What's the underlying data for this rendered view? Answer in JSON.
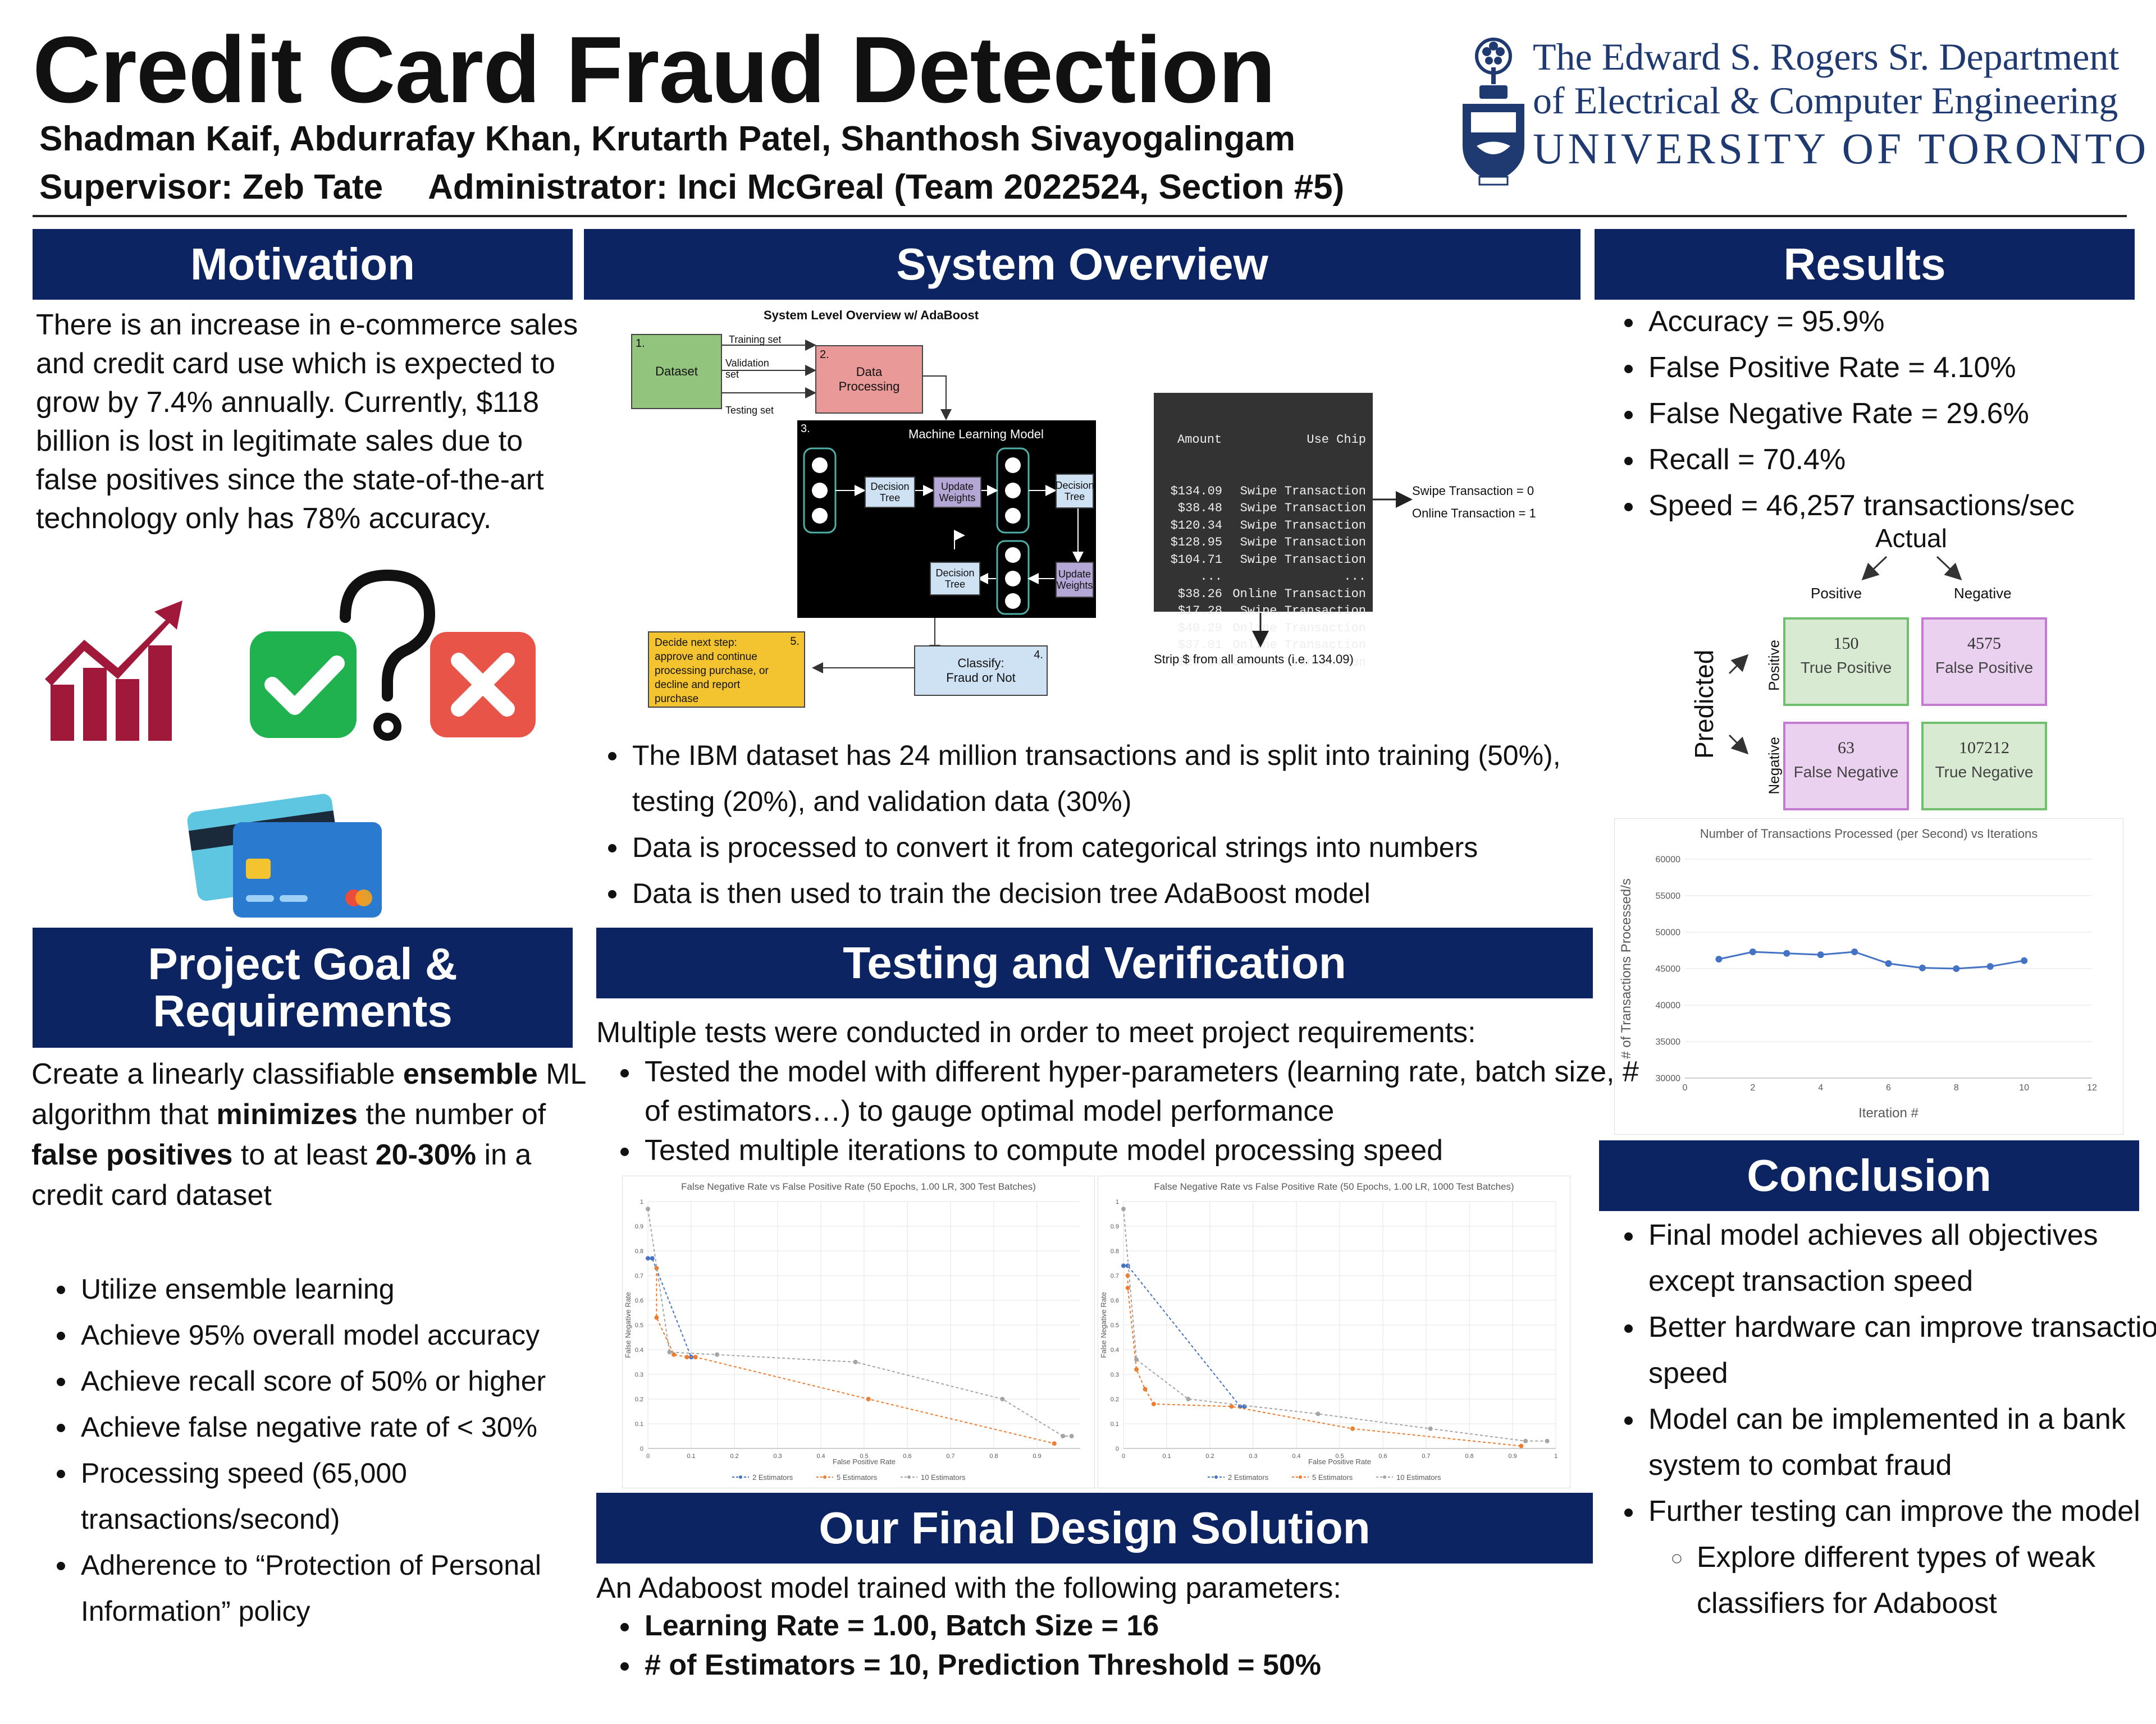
{
  "header": {
    "title": "Credit Card Fraud Detection",
    "authors": "Shadman Kaif, Abdurrafay Khan, Krutarth Patel, Shanthosh Sivayogalingam",
    "supervisor": "Supervisor: Zeb Tate",
    "administrator": "Administrator: Inci McGreal (Team 2022524, Section #5)",
    "dept_line1": "The Edward S. Rogers Sr. Department",
    "dept_line2": "of Electrical & Computer Engineering",
    "university": "UNIVERSITY OF TORONTO"
  },
  "motivation": {
    "heading": "Motivation",
    "text": "There is an increase in e-commerce sales and credit card use which is expected to grow by 7.4% annually. Currently, $118 billion is lost in legitimate sales due to false positives since the state-of-the-art technology only has 78% accuracy."
  },
  "project_goal": {
    "heading_line1": "Project Goal &",
    "heading_line2": "Requirements",
    "t1": "Create a linearly classifiable ",
    "b1": "ensemble",
    "t2": " ML algorithm that ",
    "b2": "minimizes",
    "t3": " the number of ",
    "b3": "false positives",
    "t4": " to at least ",
    "b4": "20-30%",
    "t5": " in a credit card dataset",
    "bullets": [
      "Utilize ensemble learning",
      "Achieve 95% overall model accuracy",
      "Achieve recall score of 50% or higher",
      "Achieve false negative rate of < 30%",
      "Processing speed (65,000 transactions/second)",
      "Adherence to “Protection of Personal Information” policy"
    ]
  },
  "system_overview": {
    "heading": "System Overview",
    "diagram_title": "System Level Overview w/ AdaBoost",
    "dataset_num": "1.",
    "dataset": "Dataset",
    "training_set": "Training set",
    "validation_set_1": "Validation",
    "validation_set_2": "set",
    "testing_set": "Testing set",
    "processing_num": "2.",
    "processing_1": "Data",
    "processing_2": "Processing",
    "ml_num": "3.",
    "ml_title": "Machine Learning Model",
    "decision_tree_1": "Decision",
    "decision_tree_2": "Tree",
    "update_weights_1": "Update",
    "update_weights_2": "Weights",
    "classify_num": "4.",
    "classify_1": "Classify:",
    "classify_2": "Fraud or Not",
    "decide_num": "5.",
    "decide_lines": [
      "Decide next step:",
      "approve and continue",
      "processing purchase, or",
      "decline and report",
      "purchase"
    ],
    "table_header_amount": "Amount",
    "table_header_chip": "Use Chip",
    "table_rows": [
      [
        "$134.09",
        "Swipe Transaction"
      ],
      [
        "$38.48",
        "Swipe Transaction"
      ],
      [
        "$120.34",
        "Swipe Transaction"
      ],
      [
        "$128.95",
        "Swipe Transaction"
      ],
      [
        "$104.71",
        "Swipe Transaction"
      ],
      [
        "...",
        "..."
      ],
      [
        "$38.26",
        "Online Transaction"
      ],
      [
        "$17.28",
        "Swipe Transaction"
      ],
      [
        "$40.29",
        "Online Transaction"
      ],
      [
        "$37.01",
        "Online Transaction"
      ],
      [
        "$27.14",
        "Online Transaction"
      ]
    ],
    "swipe_map": "Swipe Transaction = 0",
    "online_map": "Online Transaction = 1",
    "strip_note": "Strip $ from all amounts (i.e. 134.09)",
    "bullets": [
      "The IBM dataset has 24 million transactions and is split into training (50%), testing (20%), and validation data (30%)",
      "Data is processed to convert it from categorical strings into numbers",
      "Data is then used to train the decision tree AdaBoost model"
    ]
  },
  "testing": {
    "heading": "Testing and Verification",
    "intro": "Multiple tests were conducted in order to meet project requirements:",
    "bullets": [
      "Tested the model with different hyper-parameters (learning rate, batch size, # of estimators…) to gauge optimal model performance",
      "Tested multiple iterations to compute model processing speed"
    ]
  },
  "final_design": {
    "heading": "Our Final Design Solution",
    "intro": "An Adaboost model trained with the following parameters:",
    "bullets": [
      "Learning Rate = 1.00, Batch Size = 16",
      "# of Estimators = 10, Prediction Threshold = 50%"
    ]
  },
  "results": {
    "heading": "Results",
    "bullets": [
      "Accuracy = 95.9%",
      "False Positive Rate = 4.10%",
      "False Negative Rate = 29.6%",
      "Recall = 70.4%",
      "Speed = 46,257 transactions/sec"
    ],
    "confusion": {
      "actual": "Actual",
      "predicted": "Predicted",
      "positive": "Positive",
      "negative": "Negative",
      "tp_value": "150",
      "tp_label": "True Positive",
      "fp_value": "4575",
      "fp_label": "False Positive",
      "fn_value": "63",
      "fn_label": "False Negative",
      "tn_value": "107212",
      "tn_label": "True Negative"
    }
  },
  "conclusion": {
    "heading": "Conclusion",
    "bullets": [
      "Final model achieves all objectives except transaction speed",
      "Better hardware can improve transaction speed",
      "Model can be implemented in a bank system to combat fraud",
      "Further testing can improve the model"
    ],
    "sub_bullet": "Explore different types of weak classifiers for Adaboost"
  },
  "chart_data": [
    {
      "type": "line",
      "title": "Number of Transactions Processed (per Second) vs Iterations",
      "xlabel": "Iteration #",
      "ylabel": "# of Transactions Processed/s",
      "xlim": [
        0,
        12
      ],
      "ylim": [
        30000,
        60000
      ],
      "xticks": [
        0,
        2,
        4,
        6,
        8,
        10,
        12
      ],
      "yticks": [
        30000,
        35000,
        40000,
        45000,
        50000,
        55000,
        60000
      ],
      "grid": true,
      "x": [
        1,
        2,
        3,
        4,
        5,
        6,
        7,
        8,
        9,
        10
      ],
      "series": [
        {
          "values": [
            46300,
            47300,
            47100,
            46900,
            47300,
            45700,
            45100,
            45000,
            45300,
            46100
          ],
          "color": "#4472c4"
        }
      ]
    },
    {
      "type": "line",
      "title": "False Negative Rate vs False Positive Rate (50 Epochs, 1.00 LR, 300 Test Batches)",
      "xlabel": "False Positive Rate",
      "ylabel": "False Negative Rate",
      "xlim": [
        0,
        1
      ],
      "ylim": [
        0,
        1
      ],
      "xticks": [
        0,
        0.1,
        0.2,
        0.3,
        0.4,
        0.5,
        0.6,
        0.7,
        0.8,
        0.9
      ],
      "yticks": [
        0,
        0.1,
        0.2,
        0.3,
        0.4,
        0.5,
        0.6,
        0.7,
        0.8,
        0.9,
        1
      ],
      "grid": true,
      "legend": "bottom",
      "series": [
        {
          "name": "2 Estimators",
          "color": "#4472c4",
          "points": [
            [
              0,
              0.77
            ],
            [
              0.01,
              0.77
            ],
            [
              0.1,
              0.37
            ]
          ]
        },
        {
          "name": "5 Estimators",
          "color": "#ed7d31",
          "points": [
            [
              0.02,
              0.73
            ],
            [
              0.02,
              0.53
            ],
            [
              0.06,
              0.38
            ],
            [
              0.09,
              0.37
            ],
            [
              0.11,
              0.37
            ],
            [
              0.51,
              0.2
            ],
            [
              0.94,
              0.02
            ]
          ]
        },
        {
          "name": "10 Estimators",
          "color": "#a5a5a5",
          "points": [
            [
              0,
              0.97
            ],
            [
              0.05,
              0.39
            ],
            [
              0.16,
              0.38
            ],
            [
              0.48,
              0.35
            ],
            [
              0.82,
              0.2
            ],
            [
              0.96,
              0.05
            ],
            [
              0.98,
              0.05
            ]
          ]
        }
      ]
    },
    {
      "type": "line",
      "title": "False Negative Rate vs False Positive Rate (50 Epochs, 1.00 LR, 1000 Test Batches)",
      "xlabel": "False Positive Rate",
      "ylabel": "False Negative Rate",
      "xlim": [
        0,
        1
      ],
      "ylim": [
        0,
        1
      ],
      "xticks": [
        0,
        0.1,
        0.2,
        0.3,
        0.4,
        0.5,
        0.6,
        0.7,
        0.8,
        0.9,
        1
      ],
      "yticks": [
        0,
        0.1,
        0.2,
        0.3,
        0.4,
        0.5,
        0.6,
        0.7,
        0.8,
        0.9,
        1
      ],
      "grid": true,
      "legend": "bottom",
      "series": [
        {
          "name": "2 Estimators",
          "color": "#4472c4",
          "points": [
            [
              0,
              0.74
            ],
            [
              0.01,
              0.74
            ],
            [
              0.27,
              0.17
            ],
            [
              0.28,
              0.17
            ]
          ]
        },
        {
          "name": "5 Estimators",
          "color": "#ed7d31",
          "points": [
            [
              0.01,
              0.7
            ],
            [
              0.01,
              0.65
            ],
            [
              0.03,
              0.32
            ],
            [
              0.05,
              0.24
            ],
            [
              0.07,
              0.18
            ],
            [
              0.25,
              0.17
            ],
            [
              0.53,
              0.08
            ],
            [
              0.92,
              0.01
            ]
          ]
        },
        {
          "name": "10 Estimators",
          "color": "#a5a5a5",
          "points": [
            [
              0,
              0.97
            ],
            [
              0.03,
              0.36
            ],
            [
              0.15,
              0.2
            ],
            [
              0.45,
              0.14
            ],
            [
              0.71,
              0.08
            ],
            [
              0.93,
              0.03
            ],
            [
              0.98,
              0.03
            ]
          ]
        }
      ]
    }
  ]
}
